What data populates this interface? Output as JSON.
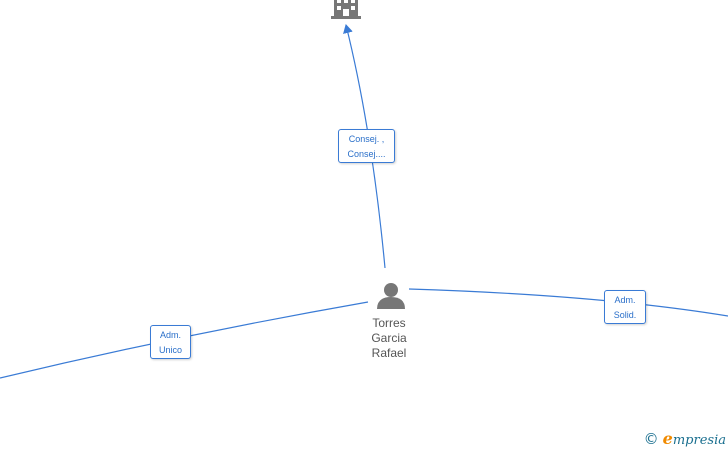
{
  "diagram": {
    "person": {
      "name_lines": [
        "Torres",
        "Garcia",
        "Rafael"
      ],
      "icon": "person-icon"
    },
    "company": {
      "icon": "building-icon"
    },
    "edges": [
      {
        "id": "top",
        "label_lines": [
          "Consej. ,",
          "Consej...."
        ],
        "arrow": true
      },
      {
        "id": "left",
        "label_lines": [
          "Adm.",
          "Unico"
        ],
        "arrow": false
      },
      {
        "id": "right",
        "label_lines": [
          "Adm.",
          "Solid."
        ],
        "arrow": false
      }
    ]
  },
  "colors": {
    "edge": "#3a7bd5",
    "icon": "#777777",
    "label_text": "#2a6fc9",
    "brand_accent": "#f08a00",
    "brand": "#1a6f8f"
  },
  "watermark": {
    "symbol": "©",
    "brand_first": "e",
    "brand_rest": "mpresia"
  }
}
